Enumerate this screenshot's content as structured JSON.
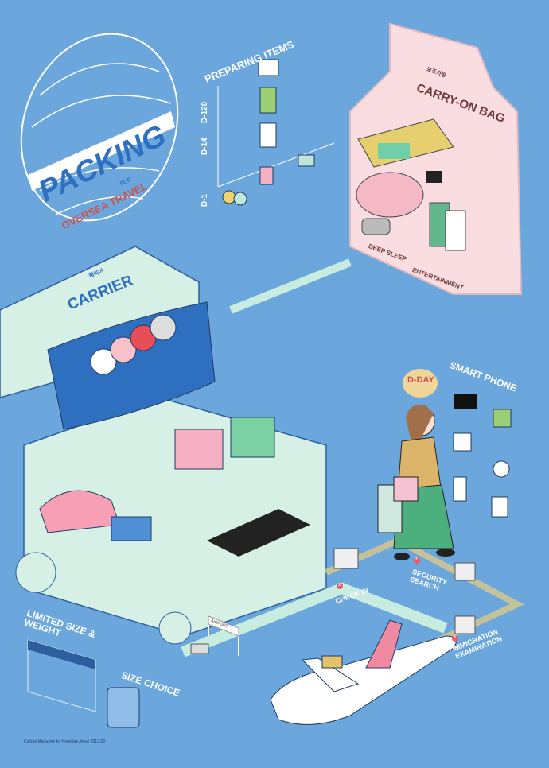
{
  "title": {
    "main": "PACKING",
    "for": "FOR",
    "sub": "OVERSEA TRAVEL"
  },
  "preparing": {
    "heading": "PREPARING ITEMS",
    "steps": [
      {
        "label": "D-120"
      },
      {
        "label": "D-14"
      },
      {
        "label": "D-1"
      }
    ]
  },
  "carry_on": {
    "korean": "보조가방",
    "title": "CARRY-ON BAG",
    "sections": [
      "DEEP SLEEP",
      "ENTERTAINMENT"
    ]
  },
  "carrier": {
    "korean": "캐리어",
    "title": "CARRIER"
  },
  "dday": {
    "badge": "D-DAY"
  },
  "smartphone": {
    "title": "SMART PHONE"
  },
  "airport_steps": [
    {
      "num": "1",
      "label": "CHECK IN"
    },
    {
      "num": "2",
      "label": "SECURITY SEARCH"
    },
    {
      "num": "3",
      "label": "IMMIGRATION EXAMINATION"
    }
  ],
  "airport_sign": "AIRPORT",
  "limits": {
    "title": "LIMITED SIZE & WEIGHT"
  },
  "size_choice": {
    "title": "SIZE CHOICE"
  },
  "footer": {
    "text": "Culture Magazine for Hongdae Area | 2017.09"
  },
  "colors": {
    "background": "#6ba7dd",
    "pink": "#f9dde0",
    "mint": "#d6f0e6",
    "navy": "#2d5f9e",
    "red": "#d9534f",
    "beige": "#e8cf8f"
  }
}
